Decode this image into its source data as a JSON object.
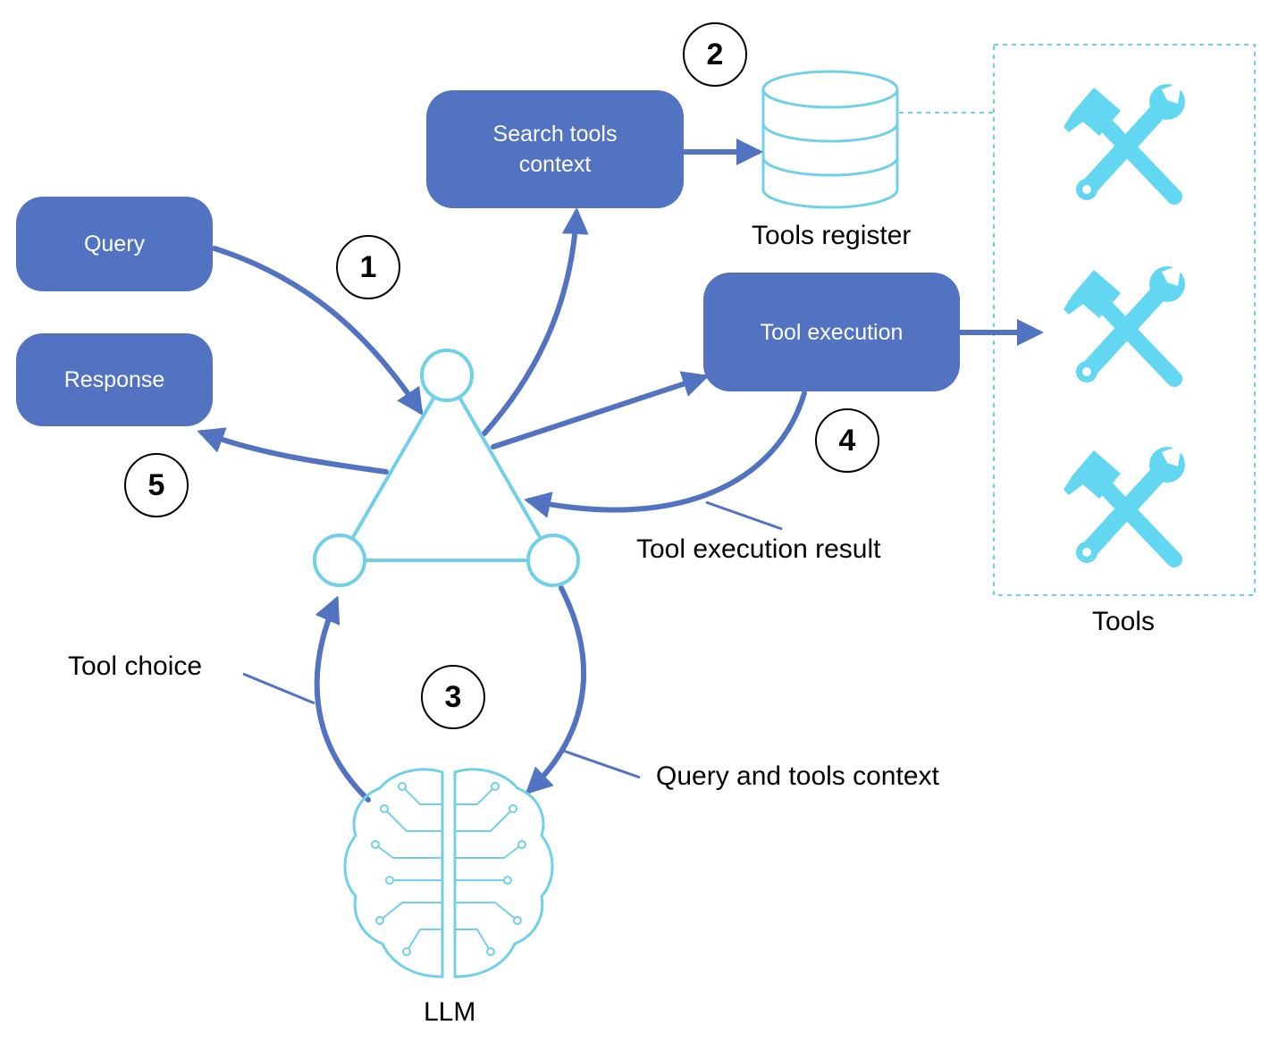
{
  "boxes": {
    "query": "Query",
    "response": "Response",
    "search_tools_context": "Search tools context",
    "tool_execution": "Tool execution"
  },
  "labels": {
    "tools_register": "Tools register",
    "tool_execution_result": "Tool execution result",
    "tools": "Tools",
    "tool_choice": "Tool choice",
    "query_and_tools_context": "Query and tools context",
    "llm": "LLM"
  },
  "steps": [
    "1",
    "2",
    "3",
    "4",
    "5"
  ],
  "colors": {
    "box_fill": "#5273c1",
    "arrow": "#5273c1",
    "accent_cyan": "#6fd0e8",
    "tool_icon": "#63d7f2",
    "text": "#000000"
  },
  "icons": {
    "database": "database-icon",
    "tool": "hammer-wrench-icon",
    "brain": "circuit-brain-icon",
    "agent": "triangle-node-icon"
  }
}
